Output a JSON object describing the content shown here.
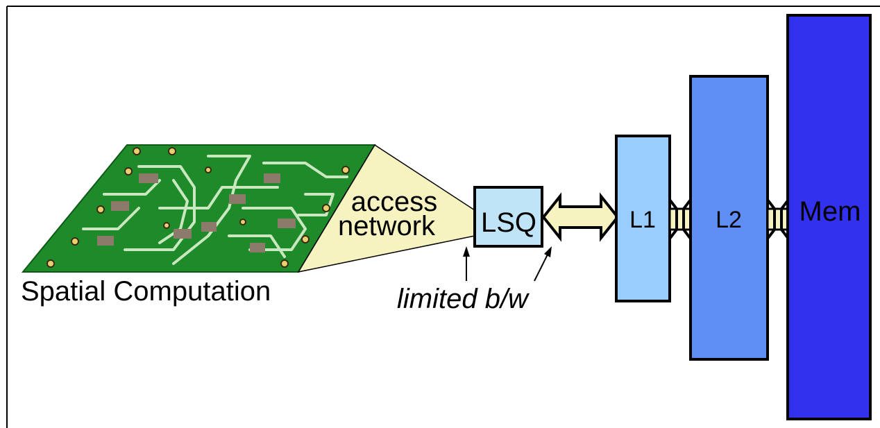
{
  "labels": {
    "access_line1": "access",
    "access_line2": "network",
    "lsq": "LSQ",
    "l1": "L1",
    "l2": "L2",
    "mem": "Mem",
    "spatial": "Spatial Computation",
    "limited_bw": "limited b/w"
  },
  "colors": {
    "board_green": "#1f8a2a",
    "trace": "#c9e8c0",
    "pad": "#8c7b6b",
    "funnel": "#f7f3c0",
    "lsq": "#bfe4f7",
    "l1": "#99ccff",
    "l2": "#5f8ff5",
    "mem": "#3232ee",
    "bus": "#f7f3c0"
  }
}
